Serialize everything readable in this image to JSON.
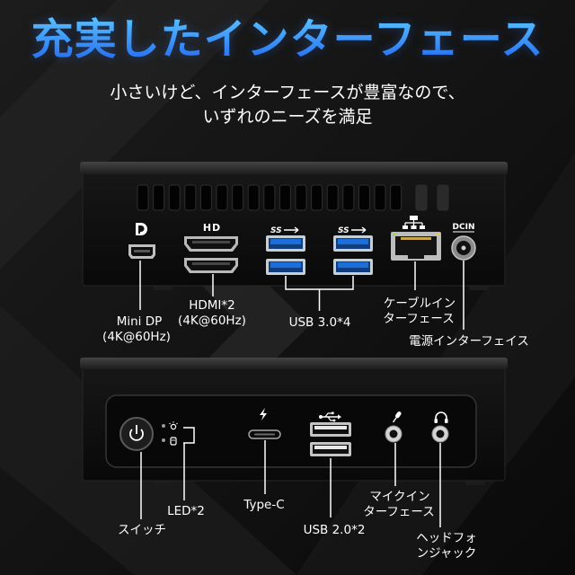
{
  "title": "充実したインターフェース",
  "subtitle": {
    "line1": "小さいけど、インターフェースが豊富なので、",
    "line2": "いずれのニーズを満足"
  },
  "colors": {
    "title_gradient_top": "#5cc6ff",
    "title_gradient_bottom": "#1f63f0",
    "background": "#101010",
    "usb3_blue": "#1c6fd8",
    "label_text": "#ffffff"
  },
  "rear_panel": {
    "port_markings": {
      "dp_logo": "DP",
      "hdmi_logo": "HD",
      "usb3_logo": "SS",
      "dc_in": "DCIN"
    },
    "icons": [
      "displayport-icon",
      "hdmi-icon",
      "usb-superspeed-icon",
      "ethernet-icon"
    ],
    "callouts": {
      "mini_dp": [
        "Mini DP",
        "(4K@60Hz)"
      ],
      "hdmi": [
        "HDMI*2",
        "(4K@60Hz)"
      ],
      "usb3": [
        "USB 3.0*4"
      ],
      "ethernet": [
        "ケーブルイン",
        "ターフェース"
      ],
      "power_in": [
        "電源インターフェイス"
      ]
    }
  },
  "front_panel": {
    "icons": [
      "power-icon",
      "led-light-icon",
      "drive-activity-icon",
      "thunderbolt-icon",
      "usb-icon",
      "microphone-icon",
      "headphone-icon"
    ],
    "callouts": {
      "switch": [
        "スイッチ"
      ],
      "led": [
        "LED*2"
      ],
      "type_c": [
        "Type-C"
      ],
      "usb2": [
        "USB 2.0*2"
      ],
      "mic": [
        "マイクイン",
        "ターフェース"
      ],
      "headphone": [
        "ヘッドフォ",
        "ンジャック"
      ]
    }
  }
}
